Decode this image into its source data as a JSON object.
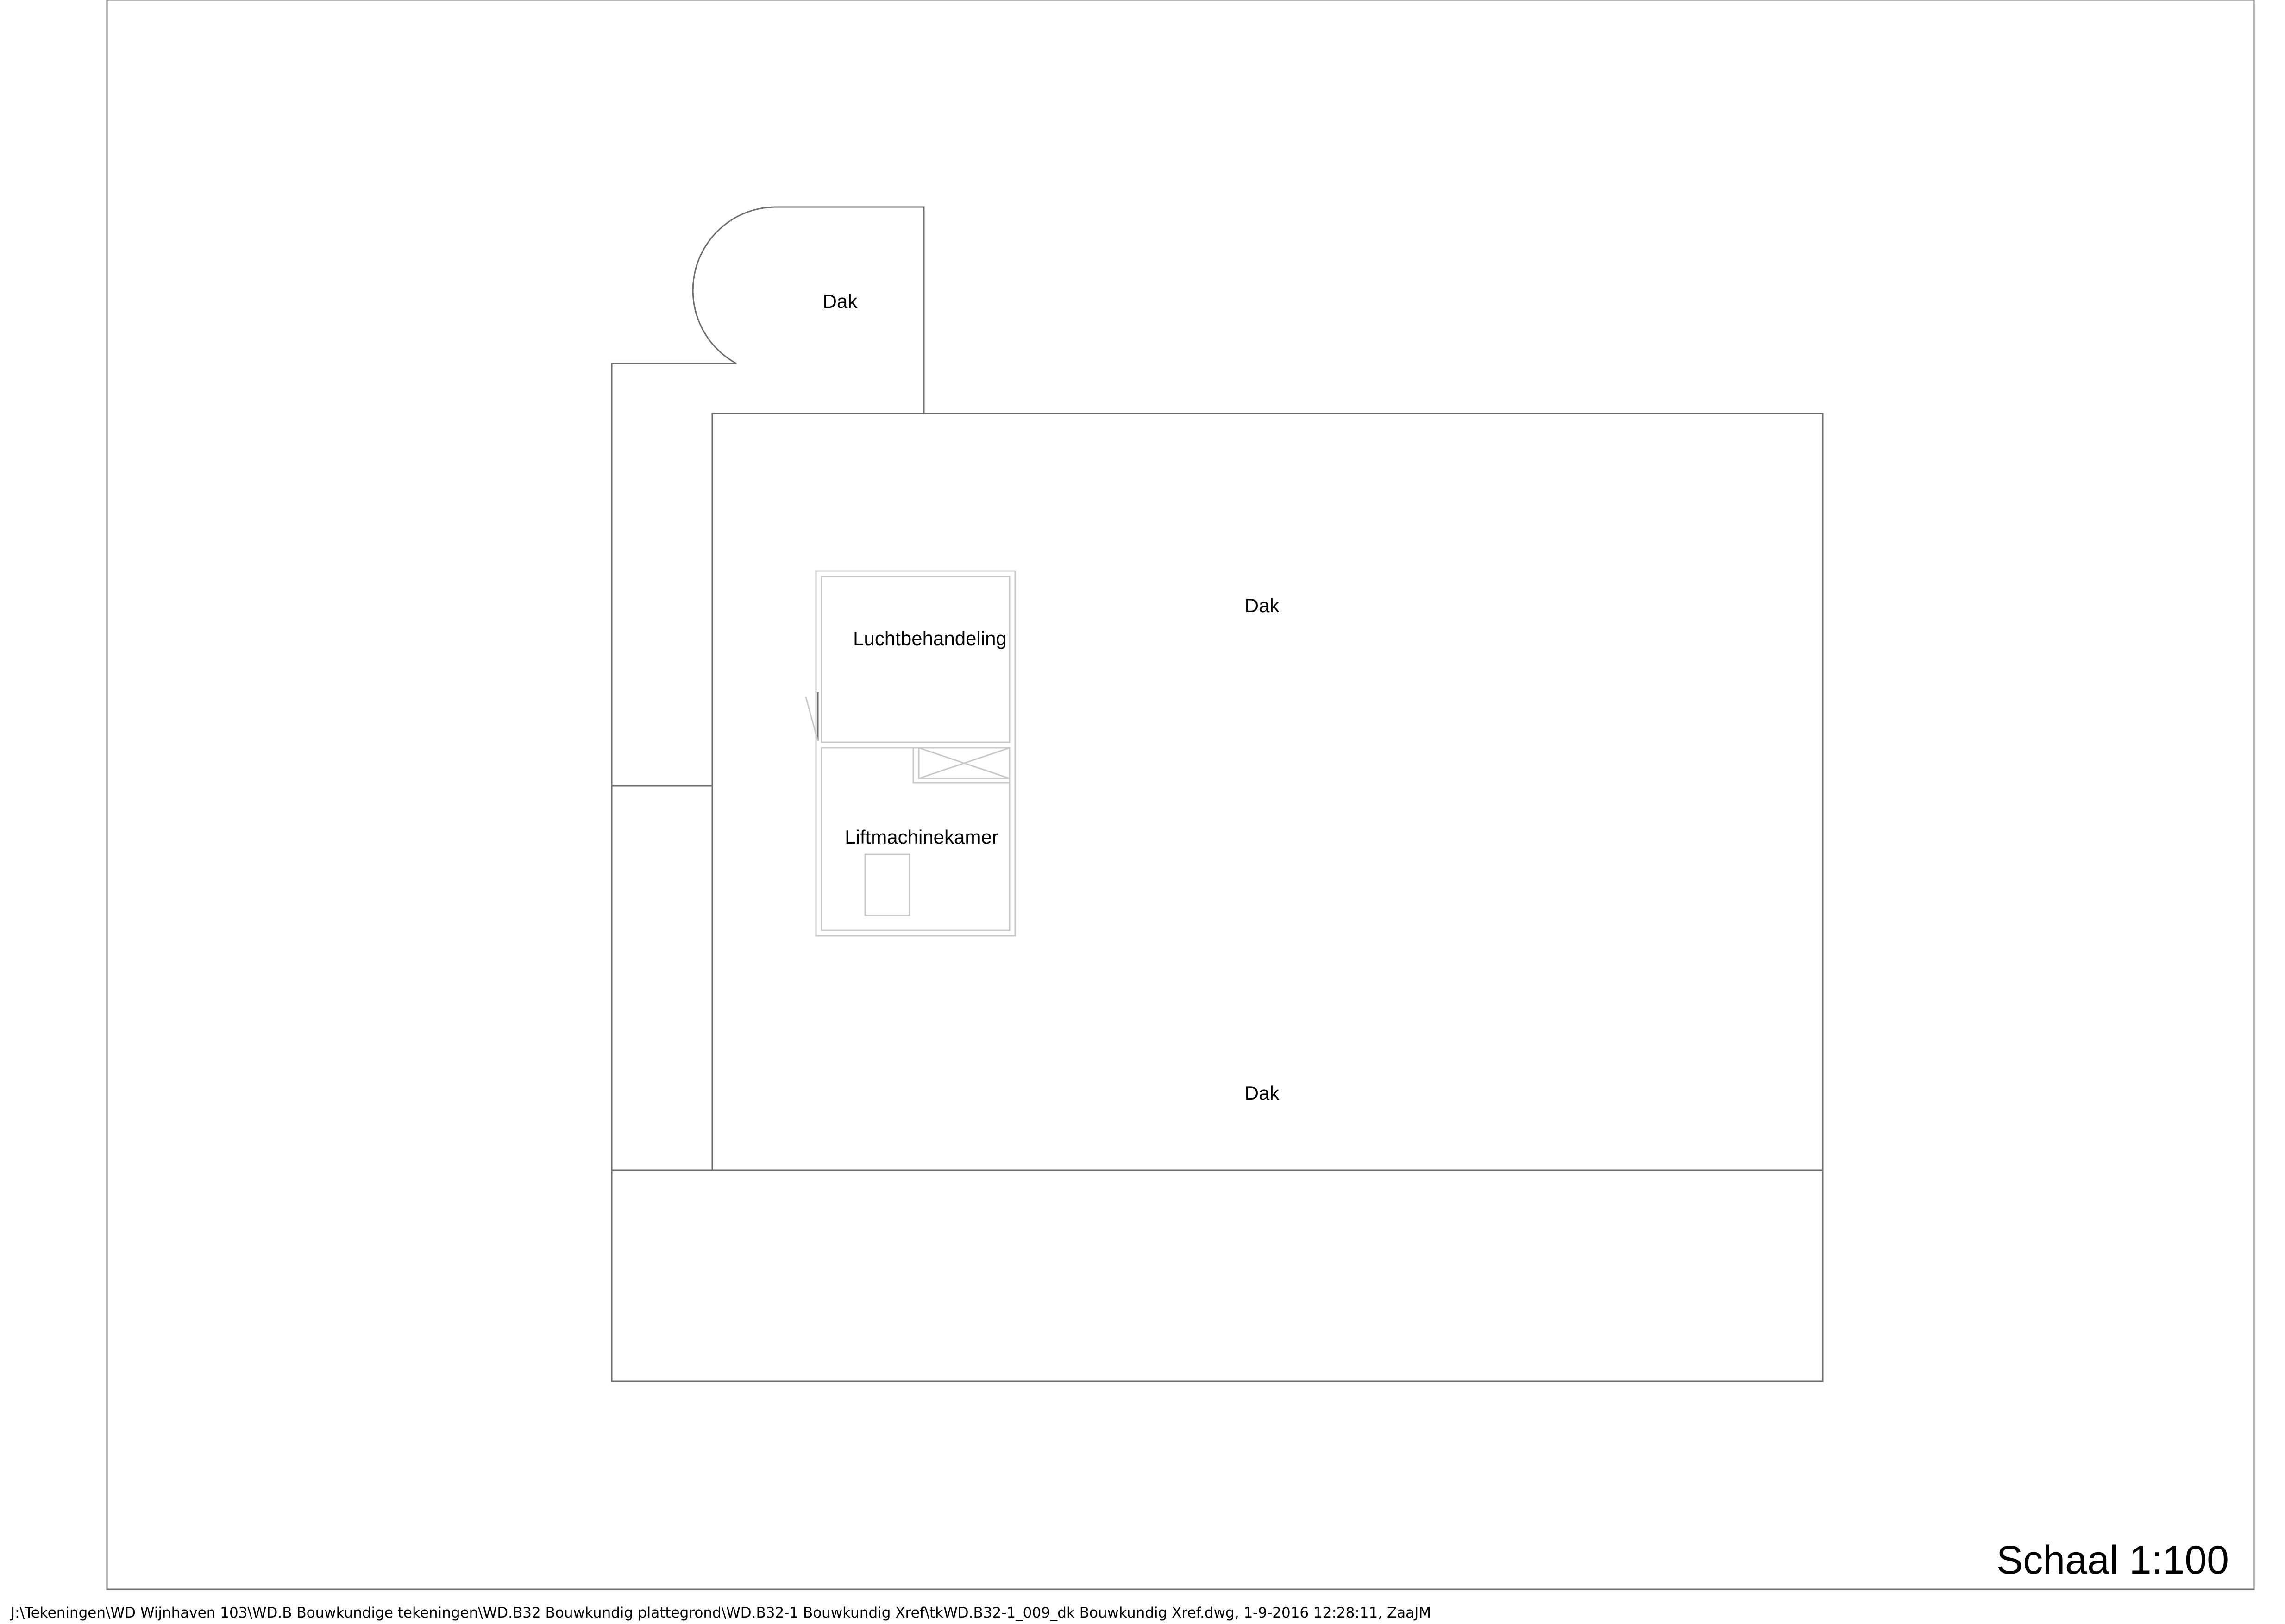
{
  "drawing": {
    "labels": {
      "dak_tower": "Dak",
      "dak_upper": "Dak",
      "dak_lower": "Dak",
      "luchtbehandeling": "Luchtbehandeling",
      "liftmachinekamer": "Liftmachinekamer"
    },
    "scale": "Schaal 1:100",
    "file_path": "J:\\Tekeningen\\WD Wijnhaven 103\\WD.B Bouwkundige tekeningen\\WD.B32 Bouwkundig plattegrond\\WD.B32-1 Bouwkundig Xref\\tkWD.B32-1_009_dk Bouwkundig Xref.dwg, 1-9-2016 12:28:11, ZaaJM"
  },
  "colors": {
    "outline": "#6e6e6e",
    "light_outline": "#c8c8c8",
    "text": "#000000",
    "background": "#ffffff"
  }
}
